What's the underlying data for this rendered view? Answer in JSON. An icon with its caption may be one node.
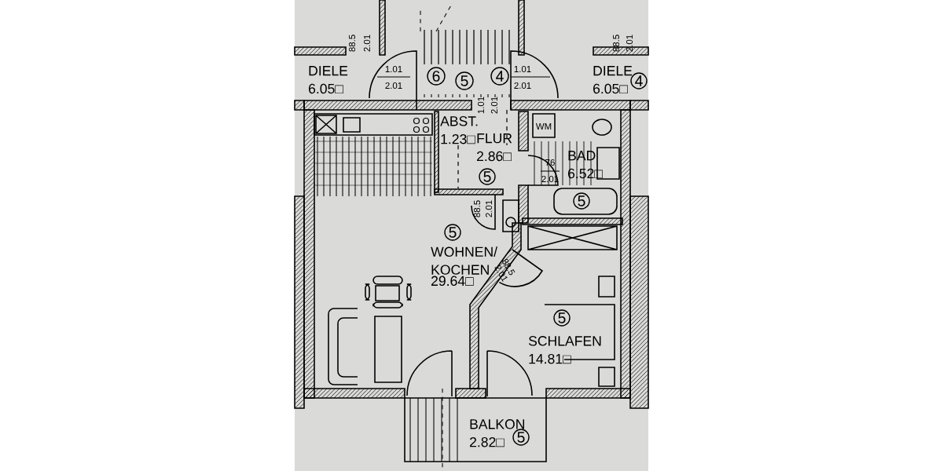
{
  "diagram": {
    "nodes": [
      {
        "text": [
          "DIELE",
          "6.05□"
        ]
      },
      {
        "text": [
          "DIELE",
          "6.05□"
        ]
      },
      {
        "text": [
          "4"
        ]
      },
      {
        "text": [
          "6"
        ]
      },
      {
        "text": [
          "5"
        ]
      },
      {
        "text": [
          "4"
        ]
      },
      {
        "text": [
          "ABST.",
          "1.23□"
        ]
      },
      {
        "text": [
          "FLUR",
          "2.86□"
        ]
      },
      {
        "text": [
          "5"
        ]
      },
      {
        "text": [
          "BAD",
          "6.52□"
        ]
      },
      {
        "text": [
          "5"
        ]
      },
      {
        "text": [
          "WOHNEN/ KOCHEN",
          "29.64□"
        ]
      },
      {
        "text": [
          "5"
        ]
      },
      {
        "text": [
          "SCHLAFEN",
          "14.81□"
        ]
      },
      {
        "text": [
          "5"
        ]
      },
      {
        "text": [
          "BALKON",
          "2.82□"
        ]
      },
      {
        "text": [
          "5"
        ]
      }
    ],
    "labels": [
      "88.5",
      "2.01",
      "88.5",
      "2.01",
      "1.01",
      "2.01",
      "1.01",
      "2.01",
      "1.01",
      "2.01",
      "WM",
      "76",
      "2.01",
      "88.5",
      "2.01",
      "88.5",
      "2.01"
    ]
  }
}
